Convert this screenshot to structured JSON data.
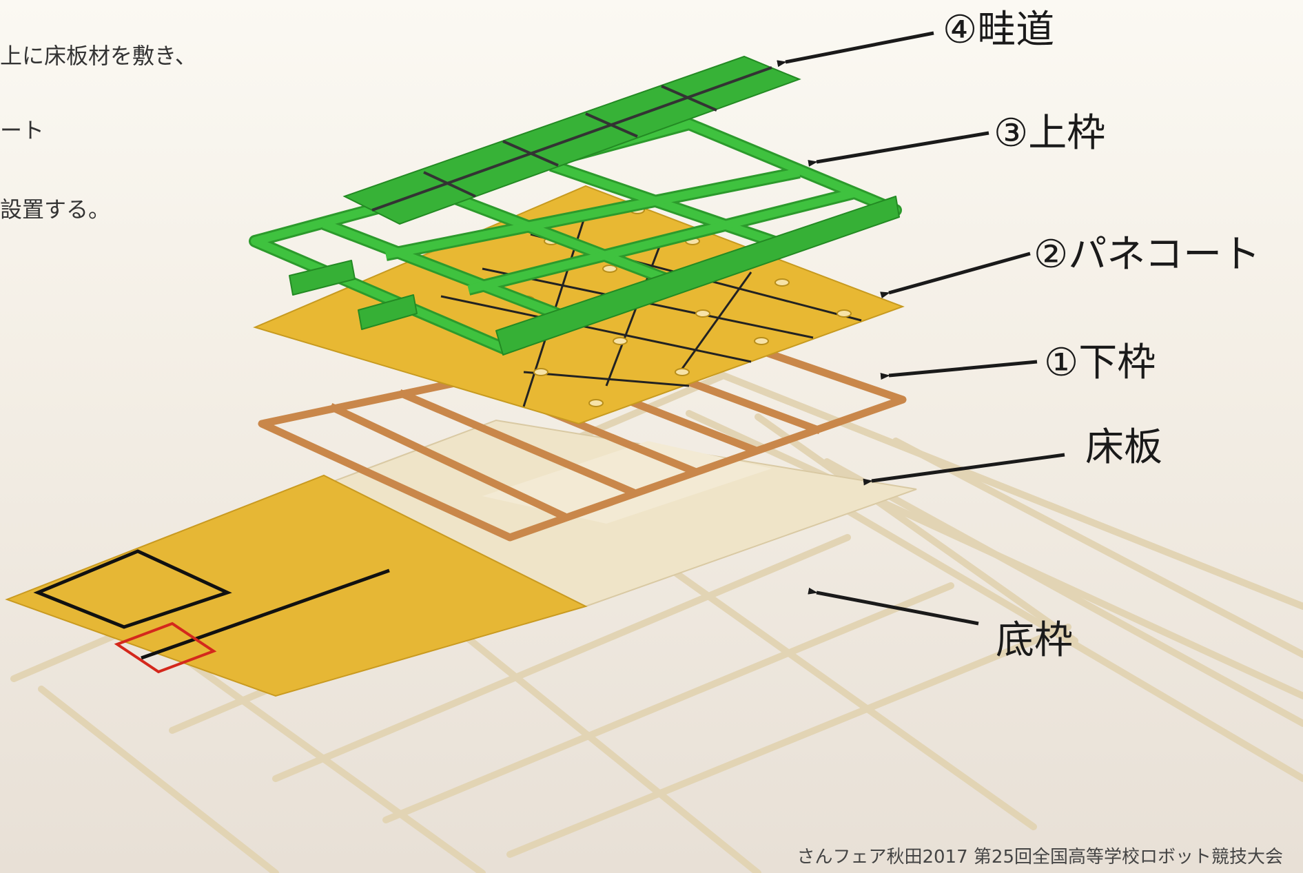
{
  "side_text": [
    "上に床板材を敷き、",
    "ート",
    "設置する。"
  ],
  "labels": {
    "aze": "④畦道",
    "upper_frame": "③上枠",
    "panecoat": "②パネコート",
    "lower_frame": "①下枠",
    "floor": "床板",
    "base_frame": "底枠"
  },
  "footer": "さんフェア秋田2017  第25回全国高等学校ロボット競技大会",
  "colors": {
    "green": "#32b032",
    "yellow": "#e8b833",
    "wood_frame": "#c9874a",
    "base_frame": "#e9dcc0",
    "floor": "#ece0c3",
    "arrow": "#1a1a1a",
    "red_mark": "#d4281c"
  }
}
